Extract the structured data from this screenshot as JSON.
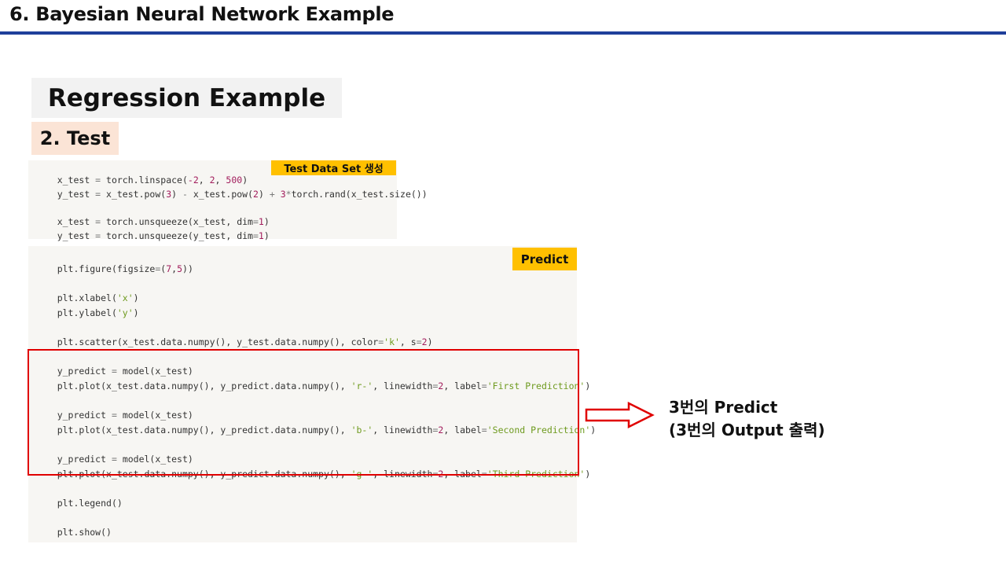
{
  "slide": {
    "title": "6. Bayesian Neural Network Example",
    "section_title": "Regression Example",
    "subsection": "2. Test"
  },
  "block1": {
    "tag": "Test Data Set 생성",
    "lines": {
      "l1": [
        "x_test ",
        "= ",
        "torch.linspace(",
        "-2",
        ", ",
        "2",
        ", ",
        "500",
        ")"
      ],
      "l2": [
        "y_test ",
        "= ",
        "x_test.pow(",
        "3",
        ") ",
        "- ",
        "x_test.pow(",
        "2",
        ") ",
        "+ ",
        "3",
        "*",
        "torch.rand(x_test.size())"
      ],
      "l3": [
        "x_test ",
        "= ",
        "torch.unsqueeze(x_test, dim",
        "=",
        "1",
        ")"
      ],
      "l4": [
        "y_test ",
        "= ",
        "torch.unsqueeze(y_test, dim",
        "=",
        "1",
        ")"
      ]
    }
  },
  "block2": {
    "tag": "Predict",
    "lines": {
      "figure": [
        "plt.figure(figsize",
        "=",
        "(",
        "7",
        ",",
        "5",
        "))"
      ],
      "xlabel": [
        "plt.xlabel(",
        "'x'",
        ")"
      ],
      "ylabel": [
        "plt.ylabel(",
        "'y'",
        ")"
      ],
      "scatter": [
        "plt.scatter(x_test.data.numpy(), y_test.data.numpy(), color",
        "=",
        "'k'",
        ", s",
        "=",
        "2",
        ")"
      ],
      "p1": [
        "y_predict ",
        "= ",
        "model(x_test)"
      ],
      "plot1": [
        "plt.plot(x_test.data.numpy(), y_predict.data.numpy(), ",
        "'r-'",
        ", linewidth",
        "=",
        "2",
        ", label",
        "=",
        "'First Prediction'",
        ")"
      ],
      "p2": [
        "y_predict ",
        "= ",
        "model(x_test)"
      ],
      "plot2": [
        "plt.plot(x_test.data.numpy(), y_predict.data.numpy(), ",
        "'b-'",
        ", linewidth",
        "=",
        "2",
        ", label",
        "=",
        "'Second Prediction'",
        ")"
      ],
      "p3": [
        "y_predict ",
        "= ",
        "model(x_test)"
      ],
      "plot3": [
        "plt.plot(x_test.data.numpy(), y_predict.data.numpy(), ",
        "'g-'",
        ", linewidth",
        "=",
        "2",
        ", label",
        "=",
        "'Third Prediction'",
        ")"
      ],
      "legend": [
        "plt.legend()"
      ],
      "show": [
        "plt.show()"
      ]
    }
  },
  "annotation": {
    "line1": "3번의 Predict",
    "line2": "(3번의 Output 출력)"
  },
  "colors": {
    "title_rule": "#1f3f9a",
    "tag_bg": "#ffc000",
    "highlight_border": "#e00000",
    "section_bg": "#f2f2f2",
    "subsection_bg": "#fbe4d6",
    "code_bg": "#f7f6f3",
    "number": "#a21d5c",
    "string": "#6e9a1e"
  }
}
